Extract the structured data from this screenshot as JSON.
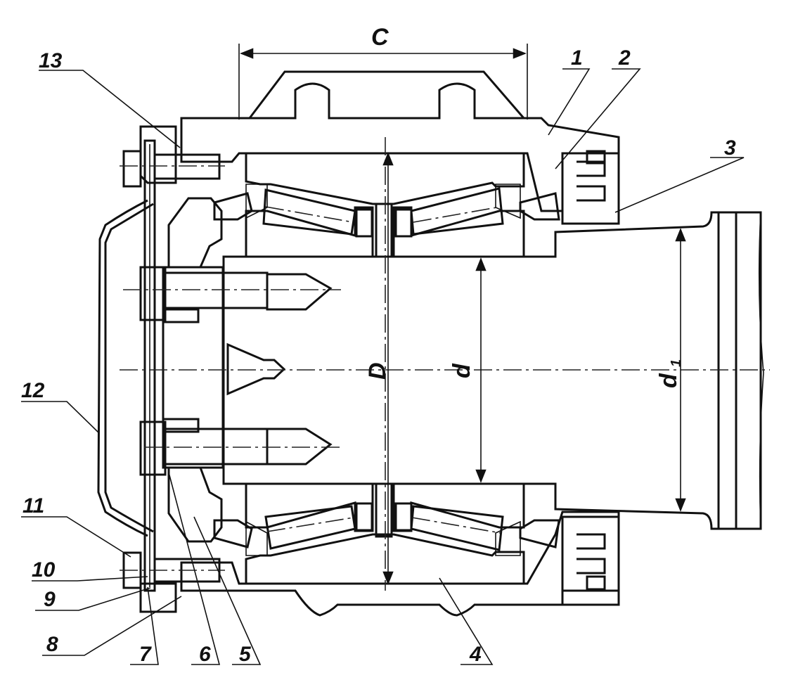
{
  "dimensions": {
    "C": "C",
    "D": "D",
    "d": "d",
    "d1_base": "d",
    "d1_sub": "1"
  },
  "callouts": [
    "1",
    "2",
    "3",
    "4",
    "5",
    "6",
    "7",
    "8",
    "9",
    "10",
    "11",
    "12",
    "13"
  ],
  "colors": {
    "shaft": "#a6dbe8",
    "roller": "#c3bde3",
    "line": "#111111",
    "background": "#ffffff"
  }
}
